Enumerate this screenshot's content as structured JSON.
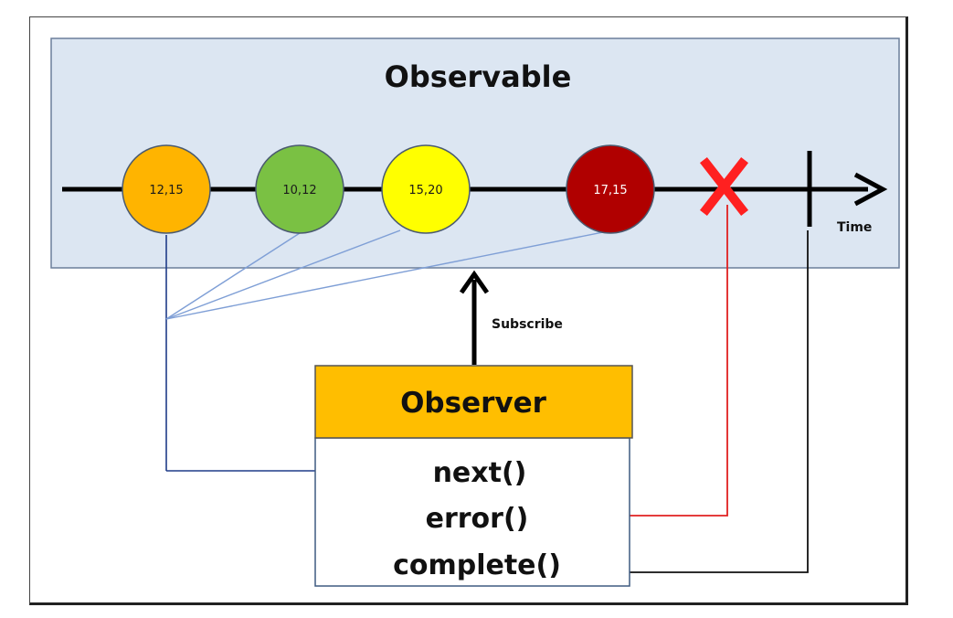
{
  "observable": {
    "title": "Observable"
  },
  "timeline": {
    "time_label": "Time",
    "events": [
      {
        "label": "12,15",
        "fill": "#ffb400",
        "text_color": "#1a1a1a"
      },
      {
        "label": "10,12",
        "fill": "#7ac143",
        "text_color": "#1a1a1a"
      },
      {
        "label": "15,20",
        "fill": "#ffff00",
        "text_color": "#1a1a1a"
      },
      {
        "label": "17,15",
        "fill": "#b00000",
        "text_color": "#ffffff"
      }
    ],
    "error_mark_color": "#ff2020"
  },
  "subscribe": {
    "label": "Subscribe"
  },
  "observer": {
    "title": "Observer",
    "header_color": "#ffbe00",
    "methods": {
      "next": "next()",
      "error": "error()",
      "complete": "complete()"
    }
  },
  "colors": {
    "observable_bg": "#dce6f2",
    "next_line": "#1f3c88",
    "fan_lines": "#7f9fd6",
    "error_line": "#e02020",
    "complete_line": "#111111"
  }
}
